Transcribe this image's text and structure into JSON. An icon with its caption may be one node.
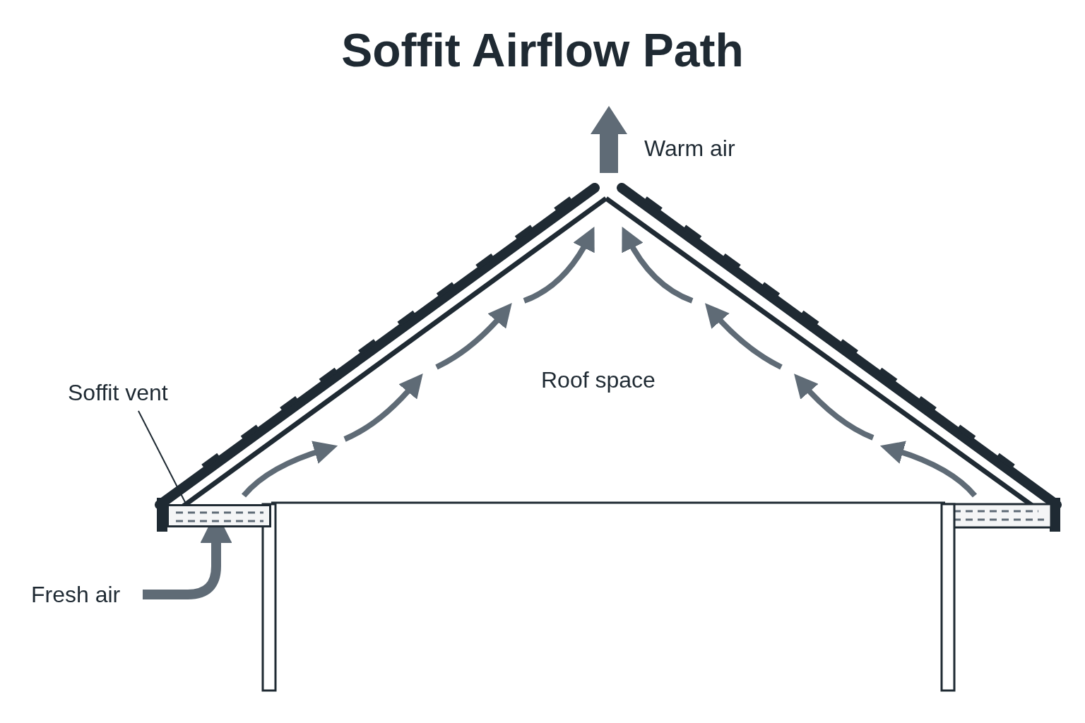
{
  "diagram": {
    "title": "Soffit Airflow Path",
    "nodes": [
      {
        "text": [
          "Soffit vent"
        ]
      },
      {
        "text": [],
        "shape": "box"
      },
      {
        "text": [
          "Fresh air"
        ]
      }
    ],
    "edges": [
      {
        "from": 0,
        "to": 1,
        "arrow": "none"
      },
      {
        "from": 2,
        "to": 1,
        "arrow": "to",
        "style": "thick",
        "color": "#5f6b76"
      }
    ],
    "labels": [
      "Warm air",
      "Roof space"
    ]
  }
}
